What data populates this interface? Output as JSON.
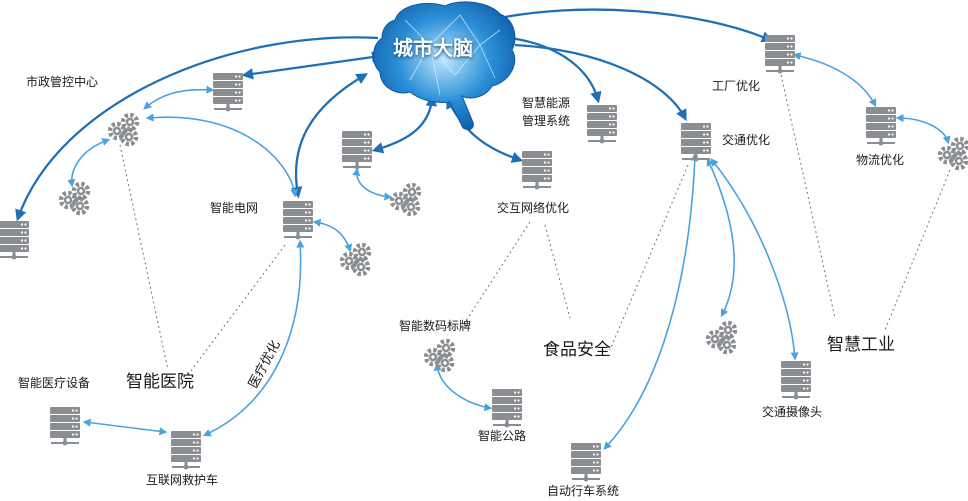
{
  "center": {
    "title": "城市大脑"
  },
  "labels": {
    "municipal_control": "市政管控中心",
    "smart_energy_line1": "智慧能源",
    "smart_energy_line2": "管理系统",
    "factory_opt": "工厂优化",
    "traffic_opt": "交通优化",
    "logistics_opt": "物流优化",
    "smart_grid": "智能电网",
    "interactive_network": "交互网络优化",
    "smart_signage": "智能数码标牌",
    "food_safety": "食品安全",
    "smart_industry": "智慧工业",
    "medical_equipment": "智能医疗设备",
    "smart_hospital": "智能医院",
    "medical_opt": "医疗优化",
    "smart_road": "智能公路",
    "traffic_camera": "交通摄像头",
    "internet_ambulance": "互联网救护车",
    "autonomous_driving": "自动行车系统"
  },
  "colors": {
    "server_gray": "#8a8d91",
    "dark_arrow": "#1f6fb5",
    "light_arrow": "#4aa3dd",
    "dotted": "#777777",
    "brain_blue": "#2b8fd8"
  },
  "icons": {
    "server": "server-rack-icon",
    "gear": "gears-icon",
    "brain": "brain-icon"
  }
}
